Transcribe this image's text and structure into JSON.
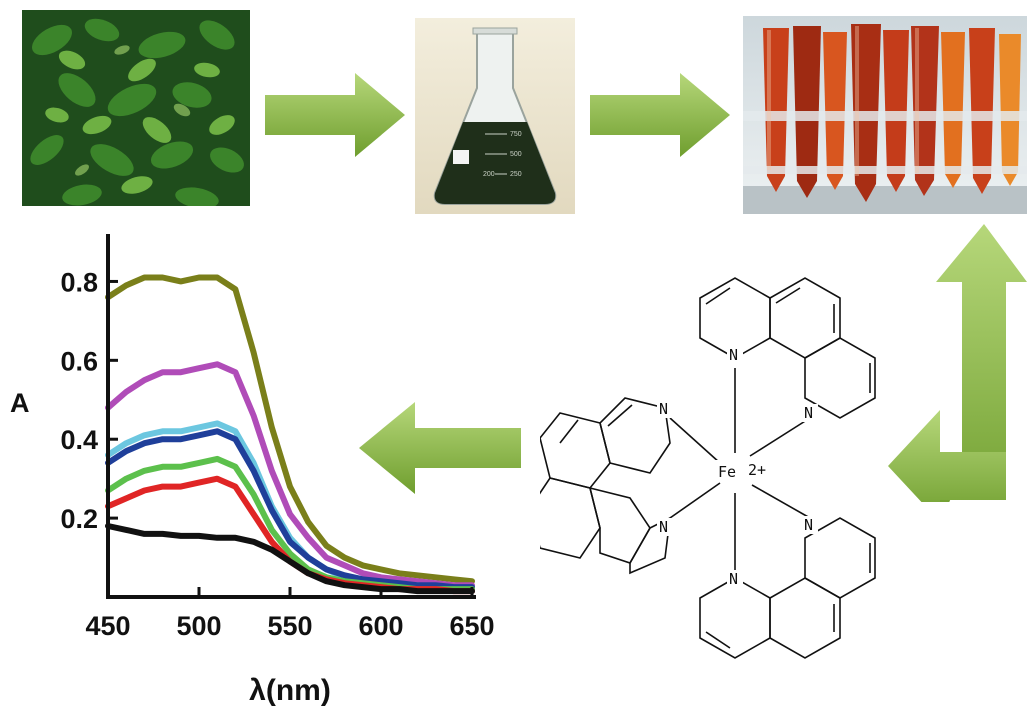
{
  "figure": {
    "step_images": [
      {
        "name": "plant-leaves"
      },
      {
        "name": "extract-flask"
      },
      {
        "name": "sample-tubes"
      }
    ],
    "flask_marks": [
      "750",
      "500",
      "250",
      "200"
    ]
  },
  "molecule": {
    "nitrogen_label": "N",
    "metal_label": "Fe",
    "charge_label": "2+"
  },
  "chart_data": {
    "type": "line",
    "title": "",
    "xlabel": "λ(nm)",
    "ylabel": "A",
    "xlim": [
      450,
      650
    ],
    "ylim": [
      0.0,
      0.9
    ],
    "x_ticks": [
      450,
      500,
      550,
      600,
      650
    ],
    "x_tick_labels": [
      "450",
      "500",
      "550",
      "600",
      "650"
    ],
    "y_ticks": [
      0.2,
      0.4,
      0.6,
      0.8
    ],
    "y_tick_labels": [
      "0.2",
      "0.4",
      "0.6",
      "0.8"
    ],
    "grid": false,
    "legend": "none",
    "x": [
      450,
      460,
      470,
      480,
      490,
      500,
      510,
      520,
      530,
      540,
      550,
      560,
      570,
      580,
      590,
      600,
      610,
      620,
      630,
      640,
      650
    ],
    "series": [
      {
        "color": "#7a7f1a",
        "values": [
          0.76,
          0.79,
          0.81,
          0.81,
          0.8,
          0.81,
          0.81,
          0.78,
          0.62,
          0.43,
          0.28,
          0.19,
          0.13,
          0.1,
          0.08,
          0.07,
          0.06,
          0.055,
          0.05,
          0.045,
          0.04
        ]
      },
      {
        "color": "#b04cb8",
        "values": [
          0.48,
          0.52,
          0.55,
          0.57,
          0.57,
          0.58,
          0.59,
          0.57,
          0.46,
          0.32,
          0.21,
          0.15,
          0.1,
          0.08,
          0.06,
          0.05,
          0.045,
          0.04,
          0.035,
          0.03,
          0.03
        ]
      },
      {
        "color": "#6cc7e0",
        "values": [
          0.36,
          0.39,
          0.41,
          0.42,
          0.42,
          0.43,
          0.44,
          0.42,
          0.34,
          0.23,
          0.15,
          0.1,
          0.07,
          0.05,
          0.04,
          0.035,
          0.03,
          0.03,
          0.025,
          0.02,
          0.02
        ]
      },
      {
        "color": "#1f3f9a",
        "values": [
          0.34,
          0.37,
          0.39,
          0.4,
          0.4,
          0.41,
          0.42,
          0.4,
          0.32,
          0.22,
          0.14,
          0.1,
          0.07,
          0.055,
          0.045,
          0.04,
          0.035,
          0.03,
          0.03,
          0.025,
          0.025
        ]
      },
      {
        "color": "#5cc04c",
        "values": [
          0.27,
          0.3,
          0.32,
          0.33,
          0.33,
          0.34,
          0.35,
          0.33,
          0.26,
          0.17,
          0.11,
          0.07,
          0.05,
          0.04,
          0.035,
          0.03,
          0.025,
          0.02,
          0.02,
          0.02,
          0.02
        ]
      },
      {
        "color": "#e02525",
        "values": [
          0.23,
          0.25,
          0.27,
          0.28,
          0.28,
          0.29,
          0.3,
          0.28,
          0.21,
          0.14,
          0.09,
          0.06,
          0.045,
          0.035,
          0.03,
          0.025,
          0.02,
          0.02,
          0.02,
          0.015,
          0.015
        ]
      },
      {
        "color": "#111111",
        "values": [
          0.18,
          0.17,
          0.16,
          0.16,
          0.155,
          0.155,
          0.15,
          0.15,
          0.14,
          0.12,
          0.09,
          0.06,
          0.04,
          0.03,
          0.025,
          0.02,
          0.02,
          0.015,
          0.015,
          0.015,
          0.015
        ]
      }
    ]
  }
}
